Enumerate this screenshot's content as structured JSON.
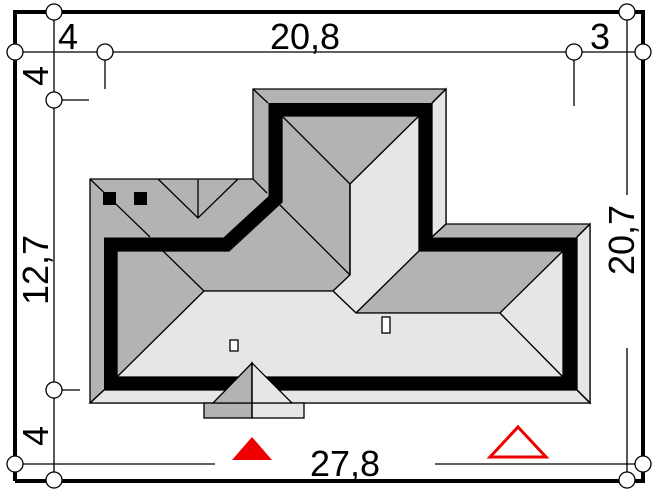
{
  "title": "Site plan with roof outline",
  "dimensions": {
    "top_left": "4",
    "top_middle": "20,8",
    "top_right": "3",
    "left_top": "4",
    "left_middle": "12,7",
    "left_bottom": "4",
    "bottom_middle": "27,8",
    "right_middle": "20,7"
  },
  "colors": {
    "roof_dark": "#b3b3b3",
    "roof_light": "#e6e6e6",
    "wall": "#000000",
    "marker": "#ee0000"
  },
  "markers": [
    "entrance-triangle-filled",
    "entrance-triangle-outline"
  ]
}
